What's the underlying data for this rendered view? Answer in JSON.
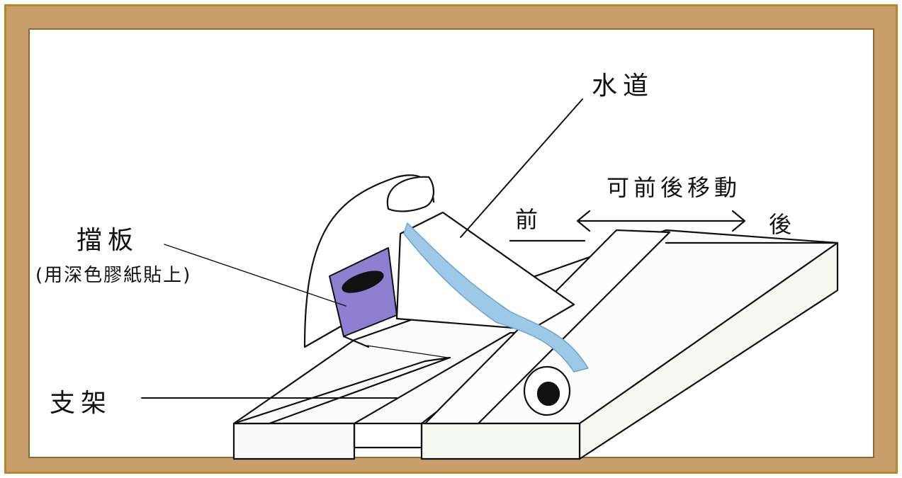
{
  "labels": {
    "waterway": "水道",
    "movable": "可前後移動",
    "front": "前",
    "back": "後",
    "baffle": "擋板",
    "baffle_note": "(用深色膠紙貼上)",
    "stand": "支架"
  },
  "colors": {
    "frame_wood": "#c9a06b",
    "frame_gold": "#b8862f",
    "water": "#9ec9e6",
    "baffle_fill": "#8f7fd1",
    "ink": "#111111"
  }
}
